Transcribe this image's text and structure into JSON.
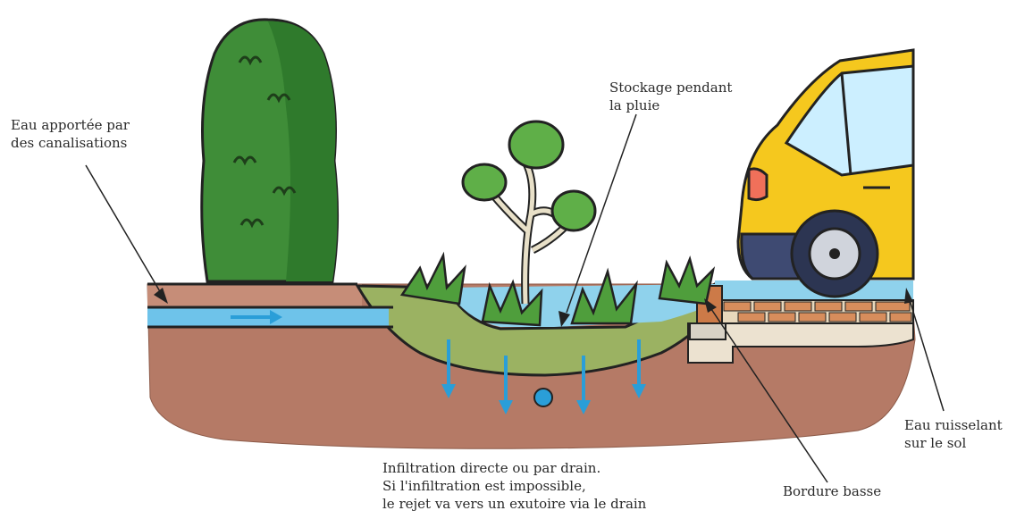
{
  "labels": {
    "eau_apportee": [
      "Eau apportée par",
      "des canalisations"
    ],
    "stockage": [
      "Stockage pendant",
      "la pluie"
    ],
    "eau_ruisselant": [
      "Eau ruisselant",
      "sur le sol"
    ],
    "infiltration": [
      "Infiltration directe ou par drain.",
      "Si l'infiltration est impossible,",
      "le rejet va vers un exutoire via le drain"
    ],
    "bordure": [
      "Bordure basse"
    ]
  },
  "colors": {
    "soil": "#b57a66",
    "swale": "#9bb262",
    "water": "#8fd2ec",
    "pipe_water": "#6ec3ea",
    "arrow_blue": "#2a9ed8",
    "hedge": "#3f8d38",
    "car_yellow": "#f5c81e",
    "car_bumper": "#3e4a72",
    "brick": "#d78d5c",
    "kerb": "#cc7a48",
    "gravel": "#ece2d0",
    "outline": "#222222"
  }
}
